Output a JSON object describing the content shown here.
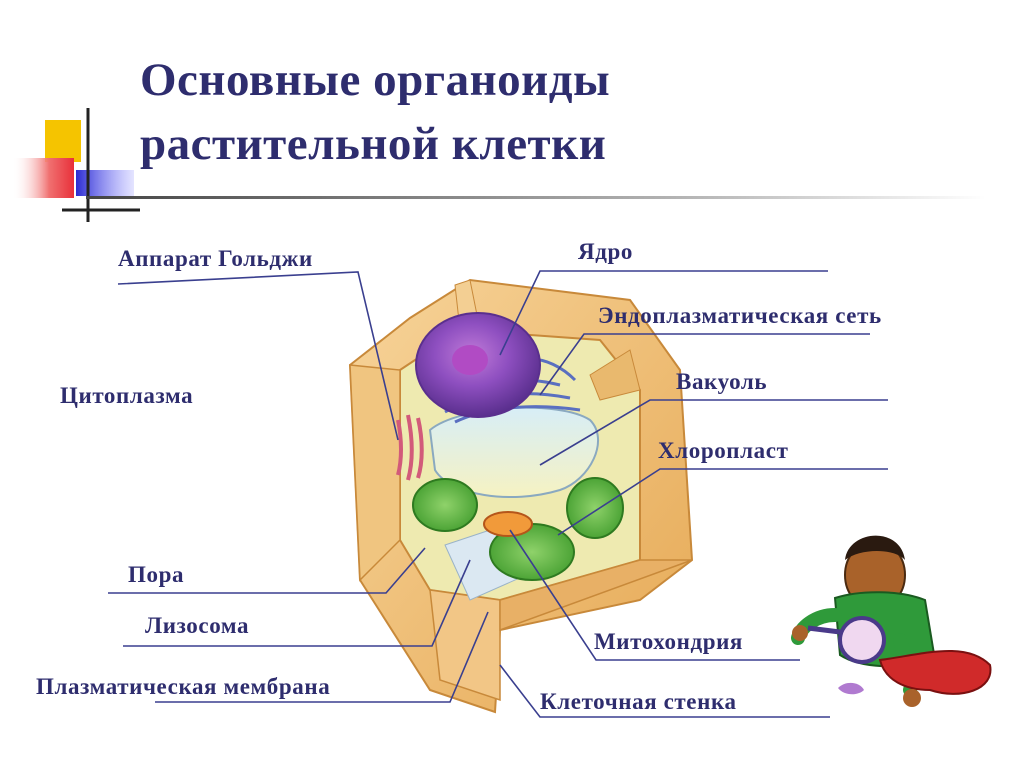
{
  "title": {
    "line1": "Основные органоиды",
    "line2": "растительной клетки"
  },
  "labels": {
    "golgi": "Аппарат Гольджи",
    "nucleus": "Ядро",
    "er": "Эндоплазматическая сеть",
    "cytoplasm": "Цитоплазма",
    "vacuole": "Вакуоль",
    "chloroplast": "Хлоропласт",
    "pore": "Пора",
    "lysosome": "Лизосома",
    "mitochondria": "Митохондрия",
    "membrane": "Плазматическая мембрана",
    "cell_wall": "Клеточная стенка"
  },
  "colors": {
    "title": "#2e2d6e",
    "label": "#2e2d6e",
    "leader": "#3a3f8f",
    "deco_yellow": "#f5c400",
    "deco_blue": "#2b2bd1",
    "deco_red": "#e8303a"
  }
}
